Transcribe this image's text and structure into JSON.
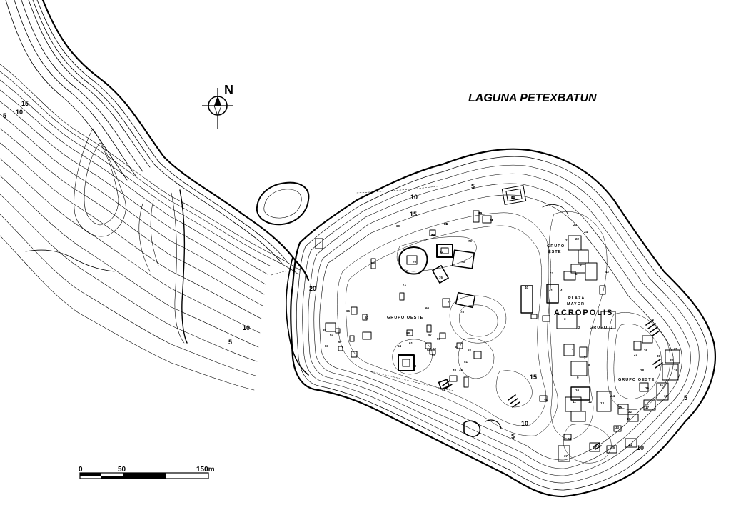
{
  "map": {
    "title": "LAGUNA PETEXBATUN",
    "north_label": "N",
    "contour_labels": [
      "15",
      "10",
      "5",
      "10",
      "5",
      "20",
      "10",
      "5",
      "15",
      "10",
      "5",
      "15",
      "10",
      "5"
    ],
    "site_labels": {
      "grupo_oeste_w": "GRUPO OESTE",
      "plaza": "PLAZA",
      "mayor": "MAYOR",
      "acropolis": "ACROPOLIS",
      "grupo_d": "GRUPO D",
      "grupo_oeste_e": "GRUPO OESTE",
      "grupo": "GRUPO",
      "este": "ESTE"
    },
    "structure_numbers": [
      "82",
      "80",
      "81",
      "74",
      "73",
      "72",
      "75",
      "70",
      "76",
      "71",
      "77",
      "78",
      "60",
      "69",
      "68",
      "66",
      "64",
      "63",
      "65",
      "67",
      "58",
      "57",
      "59",
      "56",
      "55",
      "54",
      "53",
      "50",
      "52",
      "51",
      "49",
      "48",
      "47",
      "62",
      "61",
      "79",
      "83",
      "23",
      "24",
      "21",
      "22",
      "6",
      "5",
      "4",
      "3",
      "2",
      "1",
      "7",
      "8",
      "9",
      "10",
      "11",
      "12",
      "13",
      "14",
      "15",
      "16",
      "17",
      "18",
      "19",
      "20",
      "25",
      "26",
      "27",
      "28",
      "29",
      "30",
      "31",
      "32",
      "33",
      "34",
      "35",
      "36",
      "37",
      "38",
      "39",
      "40",
      "41",
      "42",
      "43",
      "44",
      "45",
      "46",
      "85",
      "84"
    ],
    "scale": {
      "labels": [
        "0",
        "50",
        "150m"
      ]
    }
  }
}
